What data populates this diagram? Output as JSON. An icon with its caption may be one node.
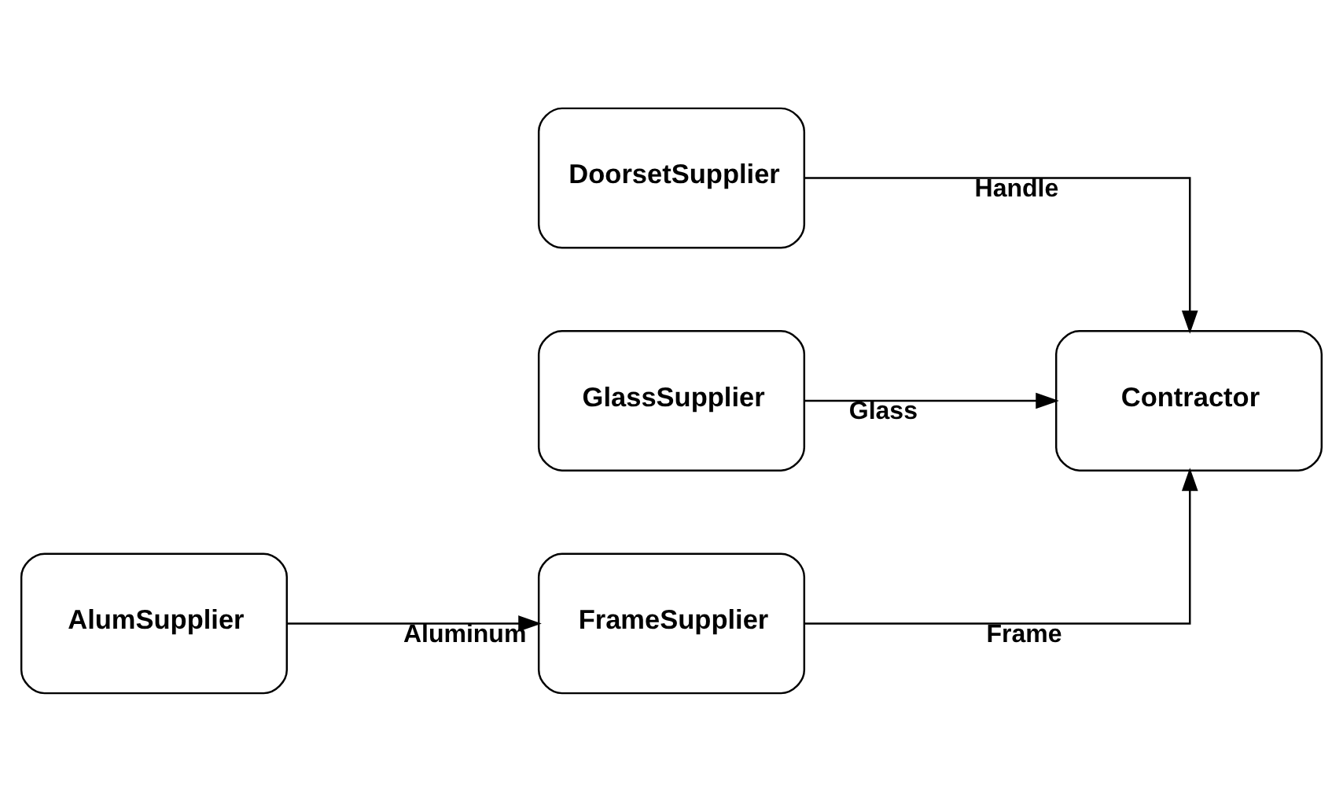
{
  "diagram": {
    "nodes": [
      {
        "text": [
          "DoorsetSupplier"
        ]
      },
      {
        "text": [
          "GlassSupplier"
        ]
      },
      {
        "text": [
          "Contractor"
        ]
      },
      {
        "text": [
          "AlumSupplier"
        ]
      },
      {
        "text": [
          "FrameSupplier"
        ]
      }
    ],
    "edges": [
      {
        "from": 0,
        "to": 2,
        "arrow": "to",
        "label": "Handle"
      },
      {
        "from": 1,
        "to": 2,
        "arrow": "to",
        "label": "Glass"
      },
      {
        "from": 3,
        "to": 4,
        "arrow": "to",
        "label": "Aluminum"
      },
      {
        "from": 4,
        "to": 2,
        "arrow": "to",
        "label": "Frame"
      }
    ]
  }
}
